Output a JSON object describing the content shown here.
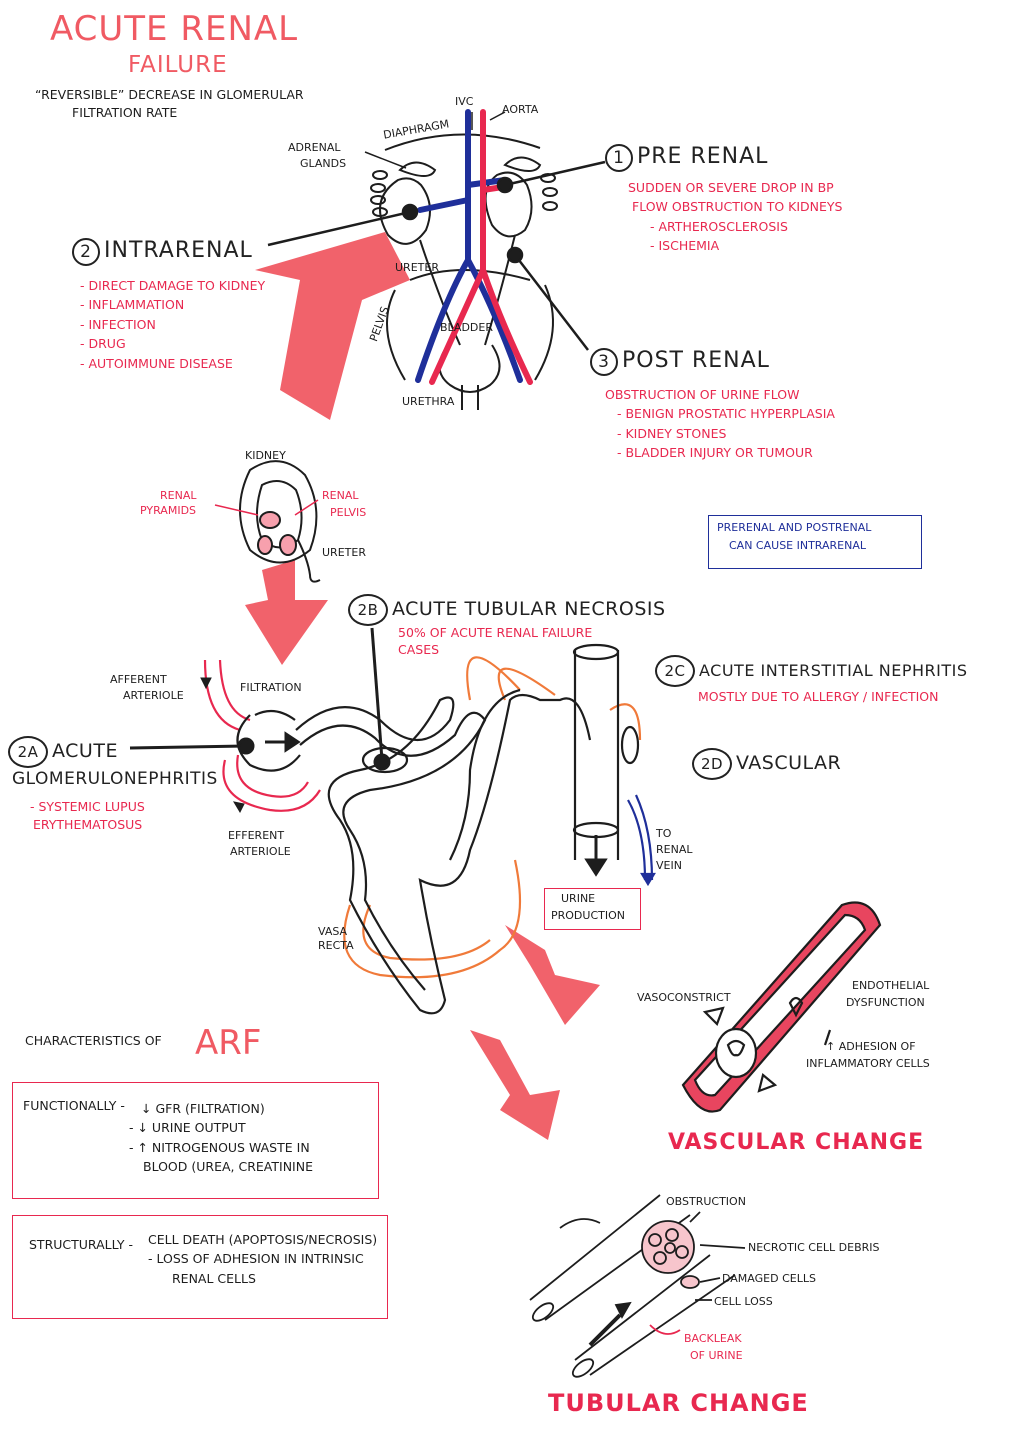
{
  "title": "ACUTE RENAL",
  "title2": "FAILURE",
  "definition": [
    "“REVERSIBLE” DECREASE IN GLOMERULAR",
    "FILTRATION RATE"
  ],
  "anatomy": {
    "ivc": "IVC",
    "aorta": "AORTA",
    "diaphragm": "DIAPHRAGM",
    "adrenal": [
      "ADRENAL",
      "GLANDS"
    ],
    "ureter": "URETER",
    "pelvis": "PELVIS",
    "bladder": "BLADDER",
    "urethra": "URETHRA"
  },
  "prerenal": {
    "num": "1",
    "label": "PRE RENAL",
    "items": [
      "SUDDEN OR SEVERE DROP IN BP",
      "FLOW OBSTRUCTION TO KIDNEYS",
      "- ARTHEROSCLEROSIS",
      "- ISCHEMIA"
    ]
  },
  "intrarenal": {
    "num": "2",
    "label": "INTRARENAL",
    "items": [
      "- DIRECT DAMAGE TO KIDNEY",
      "- INFLAMMATION",
      "- INFECTION",
      "- DRUG",
      "- AUTOIMMUNE DISEASE"
    ]
  },
  "postrenal": {
    "num": "3",
    "label": "POST RENAL",
    "items": [
      "OBSTRUCTION OF URINE FLOW",
      "- BENIGN PROSTATIC HYPERPLASIA",
      "- KIDNEY STONES",
      "- BLADDER INJURY OR TUMOUR"
    ]
  },
  "kidney": {
    "title": "KIDNEY",
    "pyramids": [
      "RENAL",
      "PYRAMIDS"
    ],
    "pelvis": [
      "RENAL",
      "PELVIS"
    ],
    "ureter": "URETER"
  },
  "note": [
    "PRERENAL AND POSTRENAL",
    "CAN CAUSE INTRARENAL"
  ],
  "atn": {
    "num": "2b",
    "label": "ACUTE TUBULAR NECROSIS",
    "desc": [
      "50% OF ACUTE RENAL FAILURE",
      "CASES"
    ]
  },
  "ain": {
    "num": "2c",
    "label": "ACUTE INTERSTITIAL NEPHRITIS",
    "desc": "MOSTLY DUE TO ALLERGY / INFECTION"
  },
  "vascular2d": {
    "num": "2d",
    "label": "VASCULAR"
  },
  "gn": {
    "num": "2a",
    "label": "ACUTE",
    "label2": "GLOMERULONEPHRITIS",
    "items": [
      "- SYSTEMIC LUPUS",
      "ERYTHEMATOSUS"
    ]
  },
  "nephron": {
    "afferent": [
      "AFFERENT",
      "ARTERIOLE"
    ],
    "filtration": "FILTRATION",
    "efferent": [
      "EFFERENT",
      "ARTERIOLE"
    ],
    "vasa": [
      "VASA",
      "RECTA"
    ],
    "renal_vein": [
      "TO",
      "RENAL",
      "VEIN"
    ],
    "urine": [
      "URINE",
      "PRODUCTION"
    ]
  },
  "vascular_change": {
    "title": "VASCULAR CHANGE",
    "vasoconstrict": "VASOCONSTRICT",
    "endo": [
      "ENDOTHELIAL",
      "DYSFUNCTION"
    ],
    "adhesion": [
      "↑ ADHESION OF",
      "INFLAMMATORY CELLS"
    ]
  },
  "characteristics": {
    "label": "CHARACTERISTICS OF",
    "arf": "ARF",
    "functionally": "FUNCTIONALLY -",
    "func_items": [
      "↓ GFR (FILTRATION)",
      "- ↓ URINE OUTPUT",
      "- ↑ NITROGENOUS WASTE IN",
      "BLOOD (UREA, CREATININE"
    ],
    "structurally": "STRUCTURALLY -",
    "struct_items": [
      "CELL DEATH (APOPTOSIS/NECROSIS)",
      "- LOSS OF ADHESION IN INTRINSIC",
      "RENAL CELLS"
    ]
  },
  "tubular_change": {
    "title": "TUBULAR CHANGE",
    "obstruction": "OBSTRUCTION",
    "debris": "NECROTIC CELL DEBRIS",
    "damaged": "DAMAGED CELLS",
    "loss": "CELL LOSS",
    "backleak": [
      "BACKLEAK",
      "OF URINE"
    ]
  },
  "colors": {
    "red": "#e8284f",
    "salmon": "#f05a63",
    "blue": "#1f2f9a",
    "orange": "#f07a3a",
    "ink": "#1d1d1d"
  }
}
